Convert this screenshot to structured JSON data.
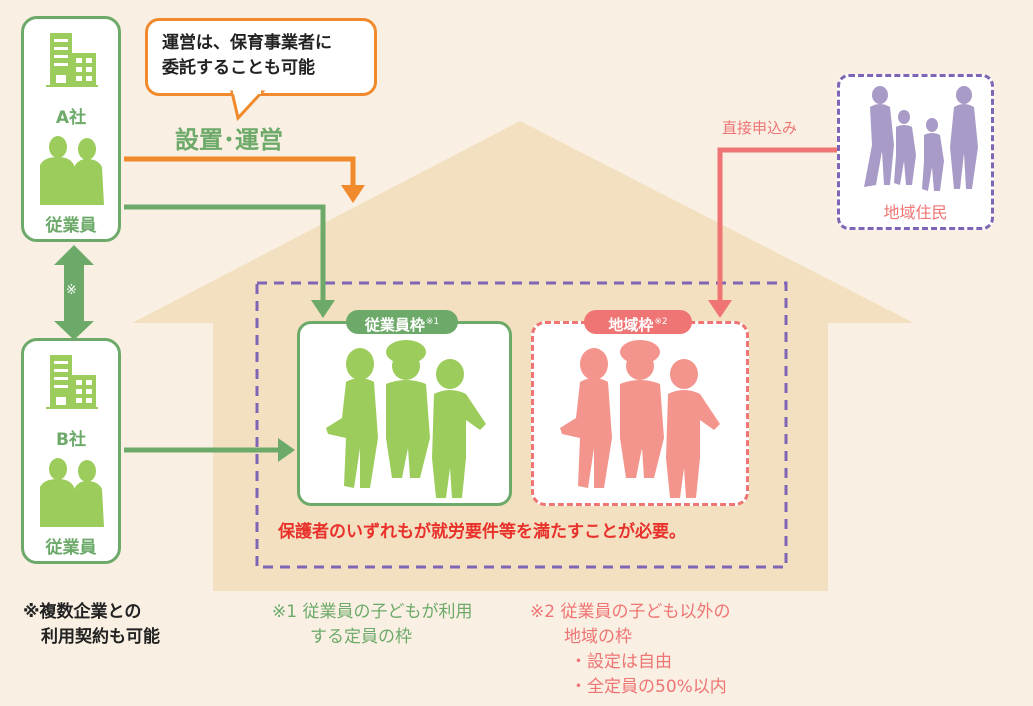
{
  "colors": {
    "background": "#f9f0e3",
    "house": "#f3e0c0",
    "green": "#6daa6a",
    "green_light": "#9ccc5c",
    "orange": "#f08a2c",
    "coral": "#ef7474",
    "coral_light": "#f3958c",
    "purple": "#7f65b5",
    "purple_light": "#a89bc8",
    "red_text": "#e8312b"
  },
  "bubble": {
    "line1": "運営は、保育事業者に",
    "line2": "委託することも可能"
  },
  "companies": [
    {
      "name": "A社",
      "employees_label": "従業員",
      "building_icon": "building-icon",
      "people_icon": "employees-icon"
    },
    {
      "name": "B社",
      "employees_label": "従業員",
      "building_icon": "building-icon",
      "people_icon": "employees-icon"
    }
  ],
  "link_mark": "※",
  "setup_label": "設置･運営",
  "direct_label": "直接申込み",
  "residents": {
    "label": "地域住民",
    "icon": "family-icon"
  },
  "frames": {
    "employee": {
      "label": "従業員枠",
      "note_ref": "※1",
      "icon": "children-icon"
    },
    "regional": {
      "label": "地域枠",
      "note_ref": "※2",
      "icon": "children-icon"
    }
  },
  "requirement": "保護者のいずれもが就労要件等を満たすことが必要。",
  "notes": {
    "multi": {
      "line1": "※複数企業との",
      "line2": "利用契約も可能"
    },
    "note1": {
      "line1": "※1 従業員の子どもが利用",
      "line2": "する定員の枠"
    },
    "note2": {
      "line1": "※2 従業員の子ども以外の",
      "line2": "地域の枠",
      "bullets": [
        "・設定は自由",
        "・全定員の50%以内"
      ]
    }
  }
}
